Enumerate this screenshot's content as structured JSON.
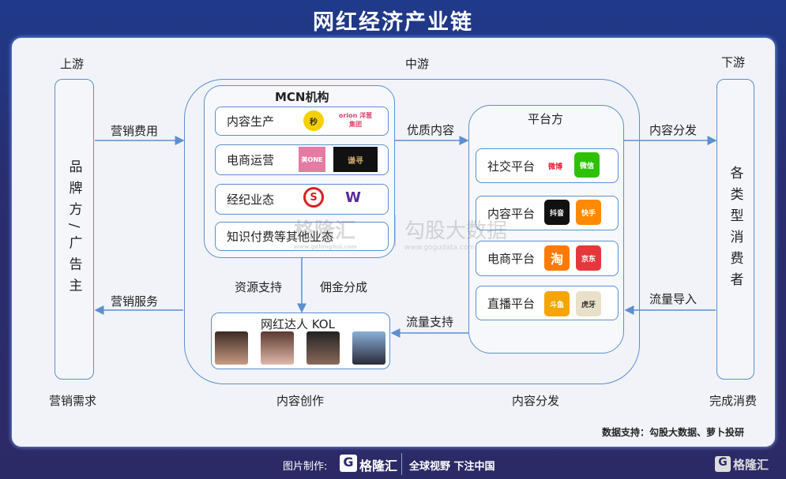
{
  "title": "网红经济产业链",
  "sections": {
    "upstream": "上游",
    "midstream": "中游",
    "downstream": "下游"
  },
  "left_box": "品牌方/广告主",
  "right_box": "各类型消费者",
  "mcn": {
    "title": "MCN机构",
    "rows": [
      {
        "label": "内容生产",
        "logos": [
          "秒",
          "orion 洋葱集团"
        ]
      },
      {
        "label": "电商运营",
        "logos": [
          "美ONE",
          "谦寻"
        ]
      },
      {
        "label": "经纪业态",
        "logos": [
          "S",
          "W"
        ]
      },
      {
        "label": "知识付费等其他业态",
        "logos": []
      }
    ]
  },
  "kol": {
    "title": "网红达人 KOL"
  },
  "platform": {
    "title": "平台方",
    "rows": [
      {
        "label": "社交平台",
        "logos": [
          "微博",
          "微信"
        ]
      },
      {
        "label": "内容平台",
        "logos": [
          "抖音",
          "快手"
        ]
      },
      {
        "label": "电商平台",
        "logos": [
          "淘",
          "京东"
        ]
      },
      {
        "label": "直播平台",
        "logos": [
          "斗鱼",
          "虎牙"
        ]
      }
    ]
  },
  "flows": {
    "marketing_cost": "营销费用",
    "marketing_service": "营销服务",
    "quality_content": "优质内容",
    "content_dist": "内容分发",
    "traffic_in": "流量导入",
    "traffic_support": "流量支持",
    "resource_support": "资源支持",
    "commission": "佣金分成"
  },
  "bottom": {
    "demand": "营销需求",
    "creation": "内容创作",
    "distribution": "内容分发",
    "consumption": "完成消费"
  },
  "source": "数据支持：勾股大数据、萝卜投研",
  "watermark": {
    "left": "格隆汇",
    "left_url": "www.gelonghui.com",
    "right": "勾股大数据",
    "right_url": "www.gogudata.com"
  },
  "footer": {
    "made_by": "图片制作:",
    "brand": "格隆汇",
    "slogan": "全球视野 下注中国",
    "right_brand": "格隆汇"
  }
}
